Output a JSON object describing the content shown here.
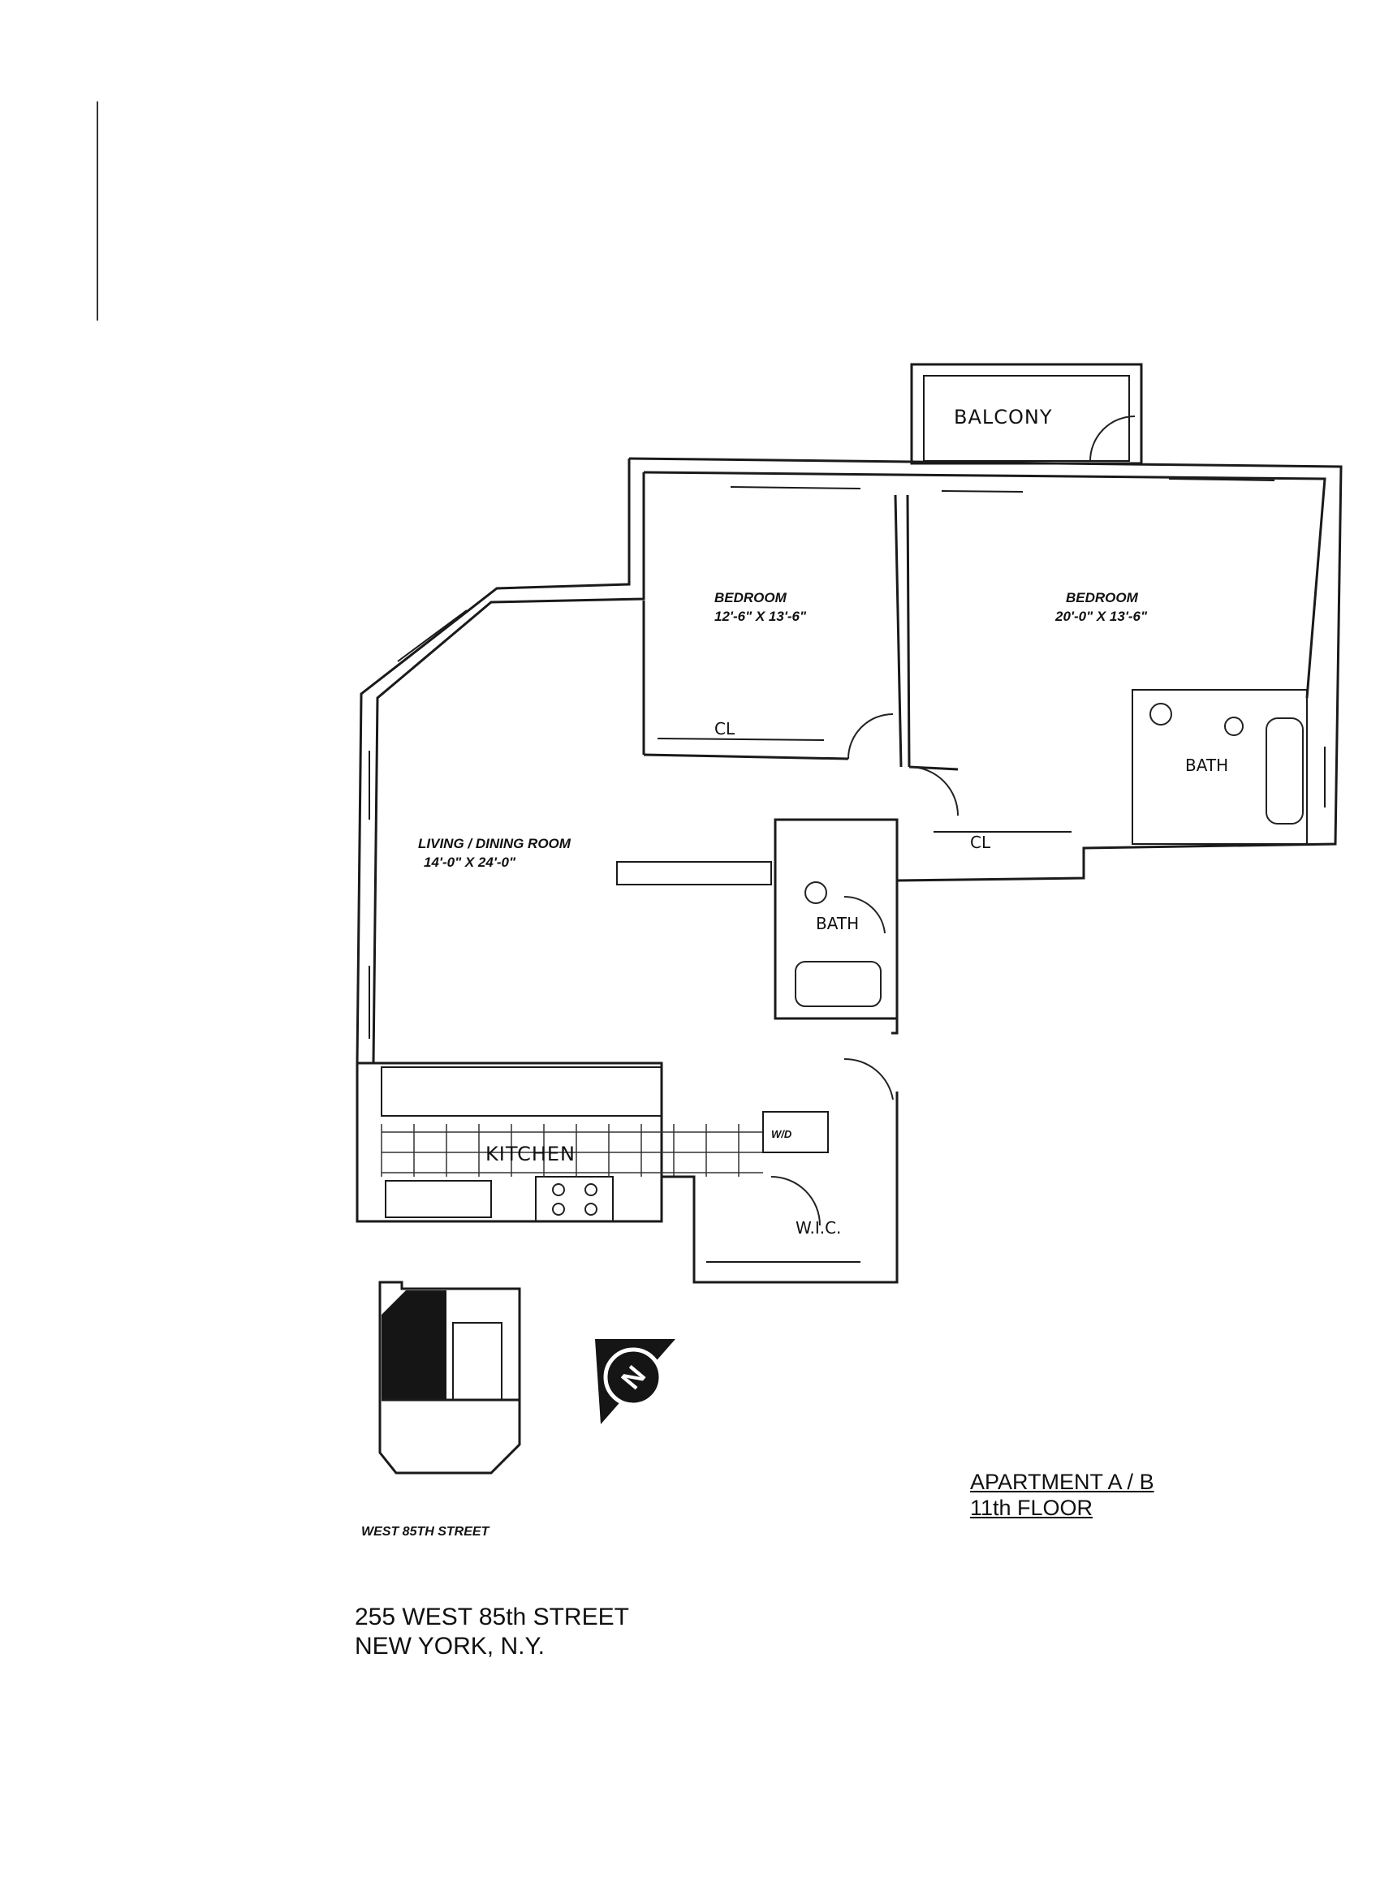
{
  "rooms": {
    "balcony": "BALCONY",
    "bedroom_1": {
      "name": "BEDROOM",
      "size": "12'-6\" X 13'-6\""
    },
    "bedroom_2": {
      "name": "BEDROOM",
      "size": "20'-0\" X 13'-6\""
    },
    "living": {
      "name": "LIVING / DINING ROOM",
      "size": "14'-0\" X 24'-0\""
    },
    "kitchen": "KITCHEN",
    "bath_1": "BATH",
    "bath_2": "BATH",
    "closet_1": "CL",
    "closet_2": "CL",
    "wic": "W.I.C.",
    "washer_dryer": "W/D"
  },
  "street_label": "WEST 85TH STREET",
  "apartment": {
    "line1": "APARTMENT A / B",
    "line2": "11th FLOOR"
  },
  "address": {
    "line1": "255 WEST 85th STREET",
    "line2": "NEW YORK, N.Y."
  },
  "north_symbol": "N"
}
